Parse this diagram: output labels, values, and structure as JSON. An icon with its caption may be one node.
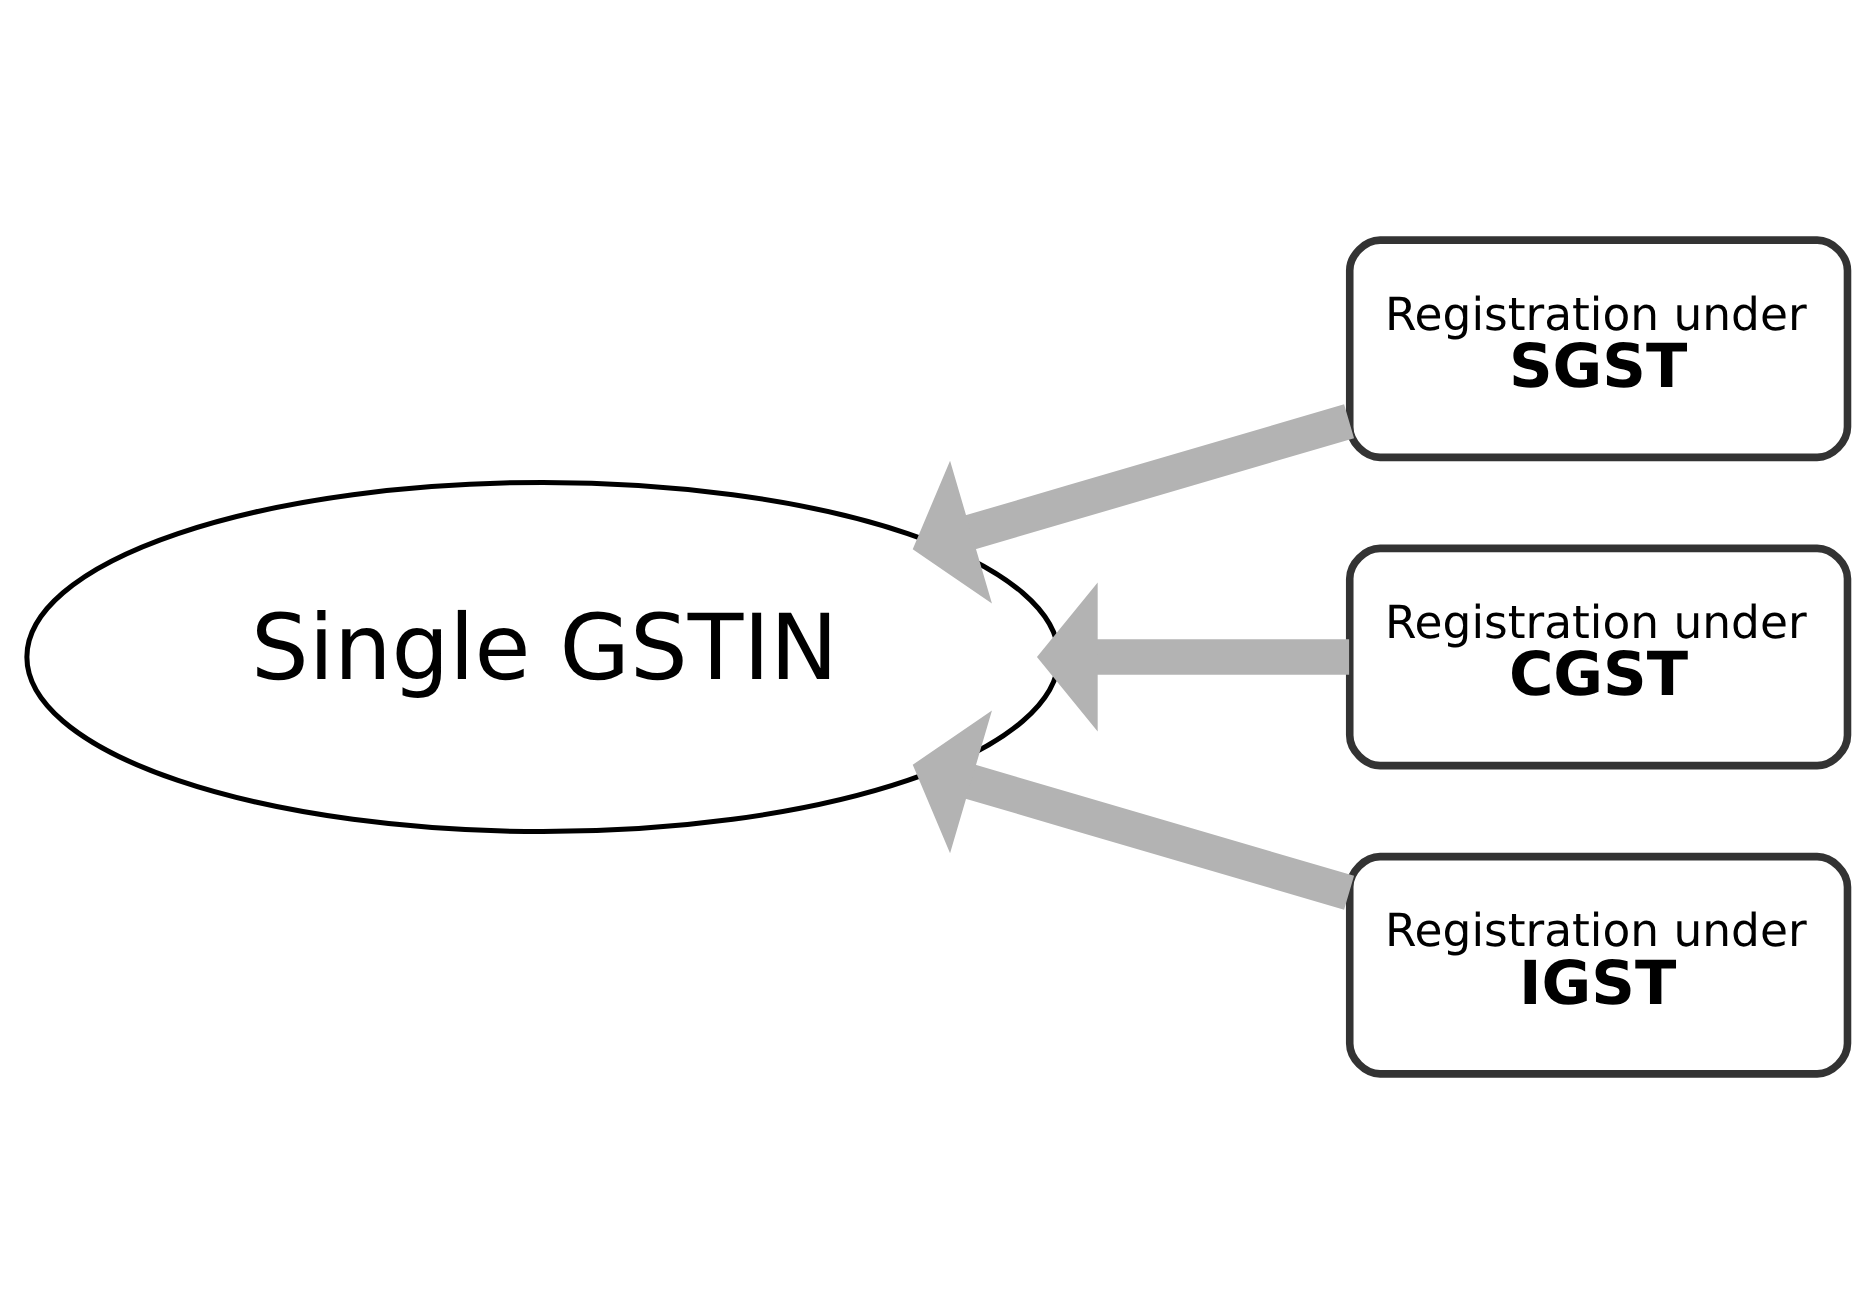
{
  "diagram": {
    "nodes": [
      {
        "text": [
          "Single GSTIN"
        ]
      },
      {
        "text": [
          "Registration under",
          "SGST"
        ]
      },
      {
        "text": [
          "Registration under",
          "CGST"
        ]
      },
      {
        "text": [
          "Registration under",
          "IGST"
        ]
      }
    ],
    "edges": [
      {
        "from": 1,
        "to": 0,
        "arrow": "to"
      },
      {
        "from": 2,
        "to": 0,
        "arrow": "to"
      },
      {
        "from": 3,
        "to": 0,
        "arrow": "to"
      }
    ]
  }
}
